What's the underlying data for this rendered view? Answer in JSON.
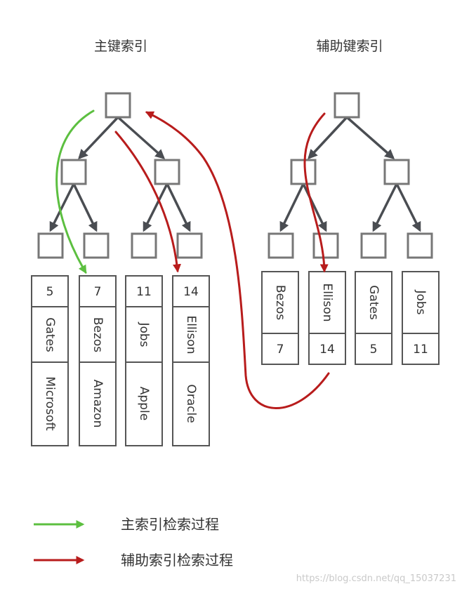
{
  "titles": {
    "primary": "主键索引",
    "secondary": "辅助键索引"
  },
  "primary_leaves": [
    {
      "id": "5",
      "name": "Gates",
      "company": "Microsoft"
    },
    {
      "id": "7",
      "name": "Bezos",
      "company": "Amazon"
    },
    {
      "id": "11",
      "name": "Jobs",
      "company": "Apple"
    },
    {
      "id": "14",
      "name": "Ellison",
      "company": "Oracle"
    }
  ],
  "secondary_leaves": [
    {
      "name": "Bezos",
      "id": "7"
    },
    {
      "name": "Ellison",
      "id": "14"
    },
    {
      "name": "Gates",
      "id": "5"
    },
    {
      "name": "Jobs",
      "id": "11"
    }
  ],
  "legend": {
    "primary_label": "主索引检索过程",
    "secondary_label": "辅助索引检索过程"
  },
  "colors": {
    "primary_path": "#5cbf40",
    "secondary_path": "#b81c1c",
    "tree_edges": "#4a4d52",
    "node_border": "#777777"
  },
  "watermark": "https://blog.csdn.net/qq_15037231"
}
